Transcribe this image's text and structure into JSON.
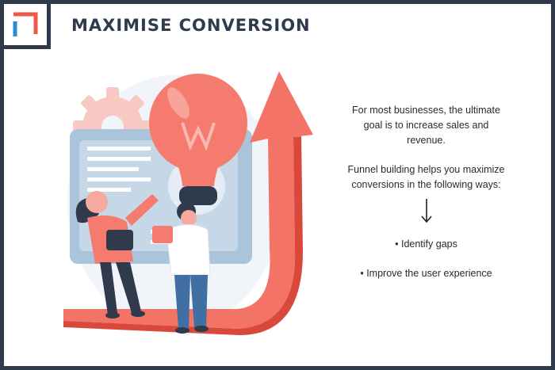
{
  "header": {
    "title": "MAXIMISE CONVERSION",
    "logo_icon": "corner-bracket-logo",
    "colors": {
      "dark": "#2f3b4c",
      "accent": "#f0594a",
      "blue": "#2a8ccf"
    }
  },
  "content": {
    "intro": "For most businesses, the ultimate goal is to increase sales and revenue.",
    "funnel_text": "Funnel building helps you maximize conversions in the following ways:",
    "arrow_icon": "arrow-down-icon",
    "bullets": [
      "• Identify gaps",
      "• Improve the user experience"
    ]
  },
  "illustration": {
    "icons": [
      "gear-icon",
      "lightbulb-icon",
      "document-board-icon",
      "growth-arrow-icon",
      "woman-figure",
      "man-figure"
    ]
  }
}
